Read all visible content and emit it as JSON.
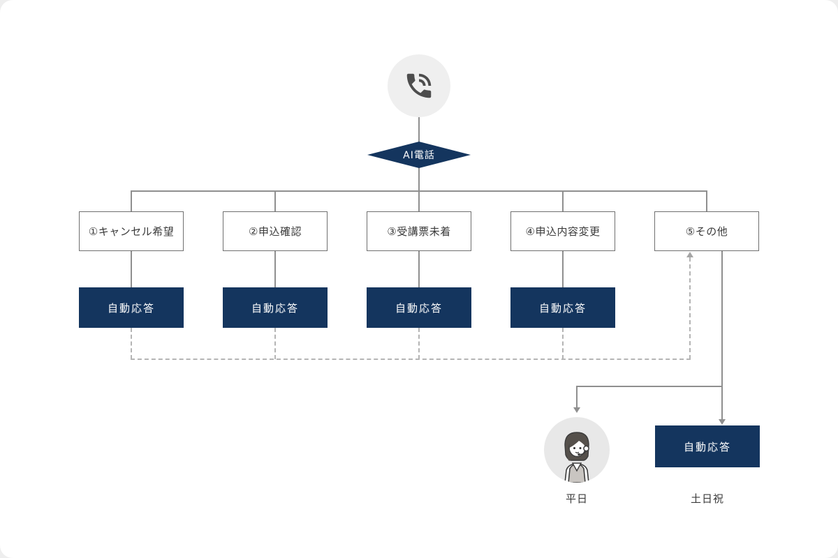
{
  "colors": {
    "navy": "#14355e",
    "solid_line": "#8f8f8f",
    "dashed_line": "#b4b4b4",
    "box_border": "#6f6f6f",
    "text_dark": "#3a3a3a",
    "text_white": "#ffffff",
    "icon_circle_bg": "#efefef",
    "phone_icon": "#4d4d4d"
  },
  "root": {
    "icon": "phone-in-talk-icon",
    "node_label": "AI電話"
  },
  "branches": [
    {
      "label": "①キャンセル希望",
      "response": "自動応答"
    },
    {
      "label": "②申込確認",
      "response": "自動応答"
    },
    {
      "label": "③受講票未着",
      "response": "自動応答"
    },
    {
      "label": "④申込内容変更",
      "response": "自動応答"
    },
    {
      "label": "⑤その他"
    }
  ],
  "other_routing": {
    "weekday": {
      "icon": "operator-icon",
      "label": "平日"
    },
    "holiday": {
      "label": "土日祝",
      "response": "自動応答"
    }
  }
}
